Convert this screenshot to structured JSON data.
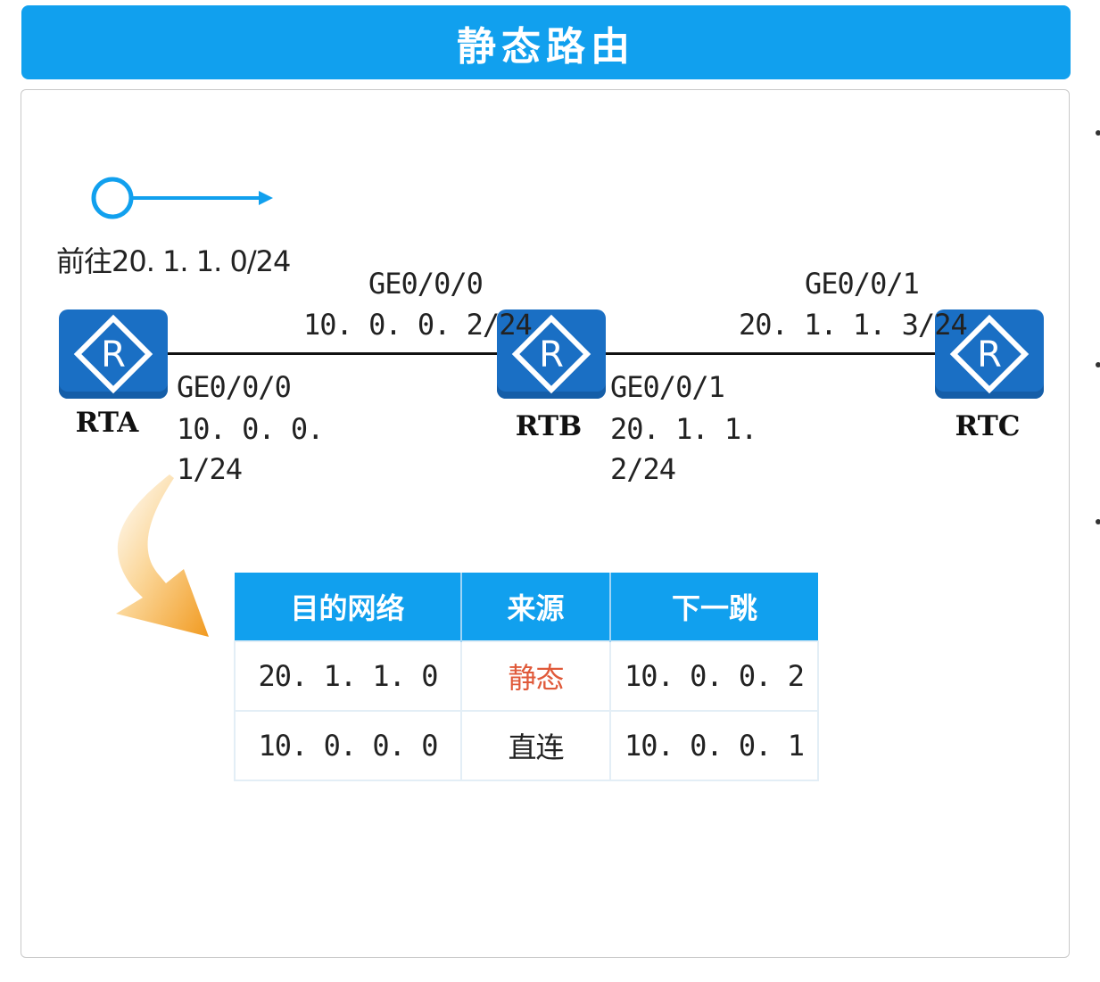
{
  "header": {
    "title": "静态路由"
  },
  "legend": {
    "text": "前往20. 1. 1. 0/24"
  },
  "routers": {
    "rta": {
      "name": "RTA",
      "port": "GE0/0/0",
      "ip": "10. 0. 0. 1/24"
    },
    "rtb": {
      "name": "RTB",
      "left_port": "GE0/0/0",
      "left_ip": "10. 0. 0. 2/24",
      "right_port": "GE0/0/1",
      "right_ip": "20. 1. 1. 2/24"
    },
    "rtc": {
      "name": "RTC",
      "port": "GE0/0/1",
      "ip": "20. 1. 1. 3/24"
    }
  },
  "table": {
    "headers": [
      "目的网络",
      "来源",
      "下一跳"
    ],
    "rows": [
      [
        "20. 1. 1. 0",
        "静态",
        "10. 0. 0. 2"
      ],
      [
        "10. 0. 0. 0",
        "直连",
        "10. 0. 0. 1"
      ]
    ]
  },
  "colors": {
    "accent": "#11a0ee",
    "router": "#1a6fc4",
    "static_text": "#e05a3a",
    "arrow": "#f4a83a"
  }
}
